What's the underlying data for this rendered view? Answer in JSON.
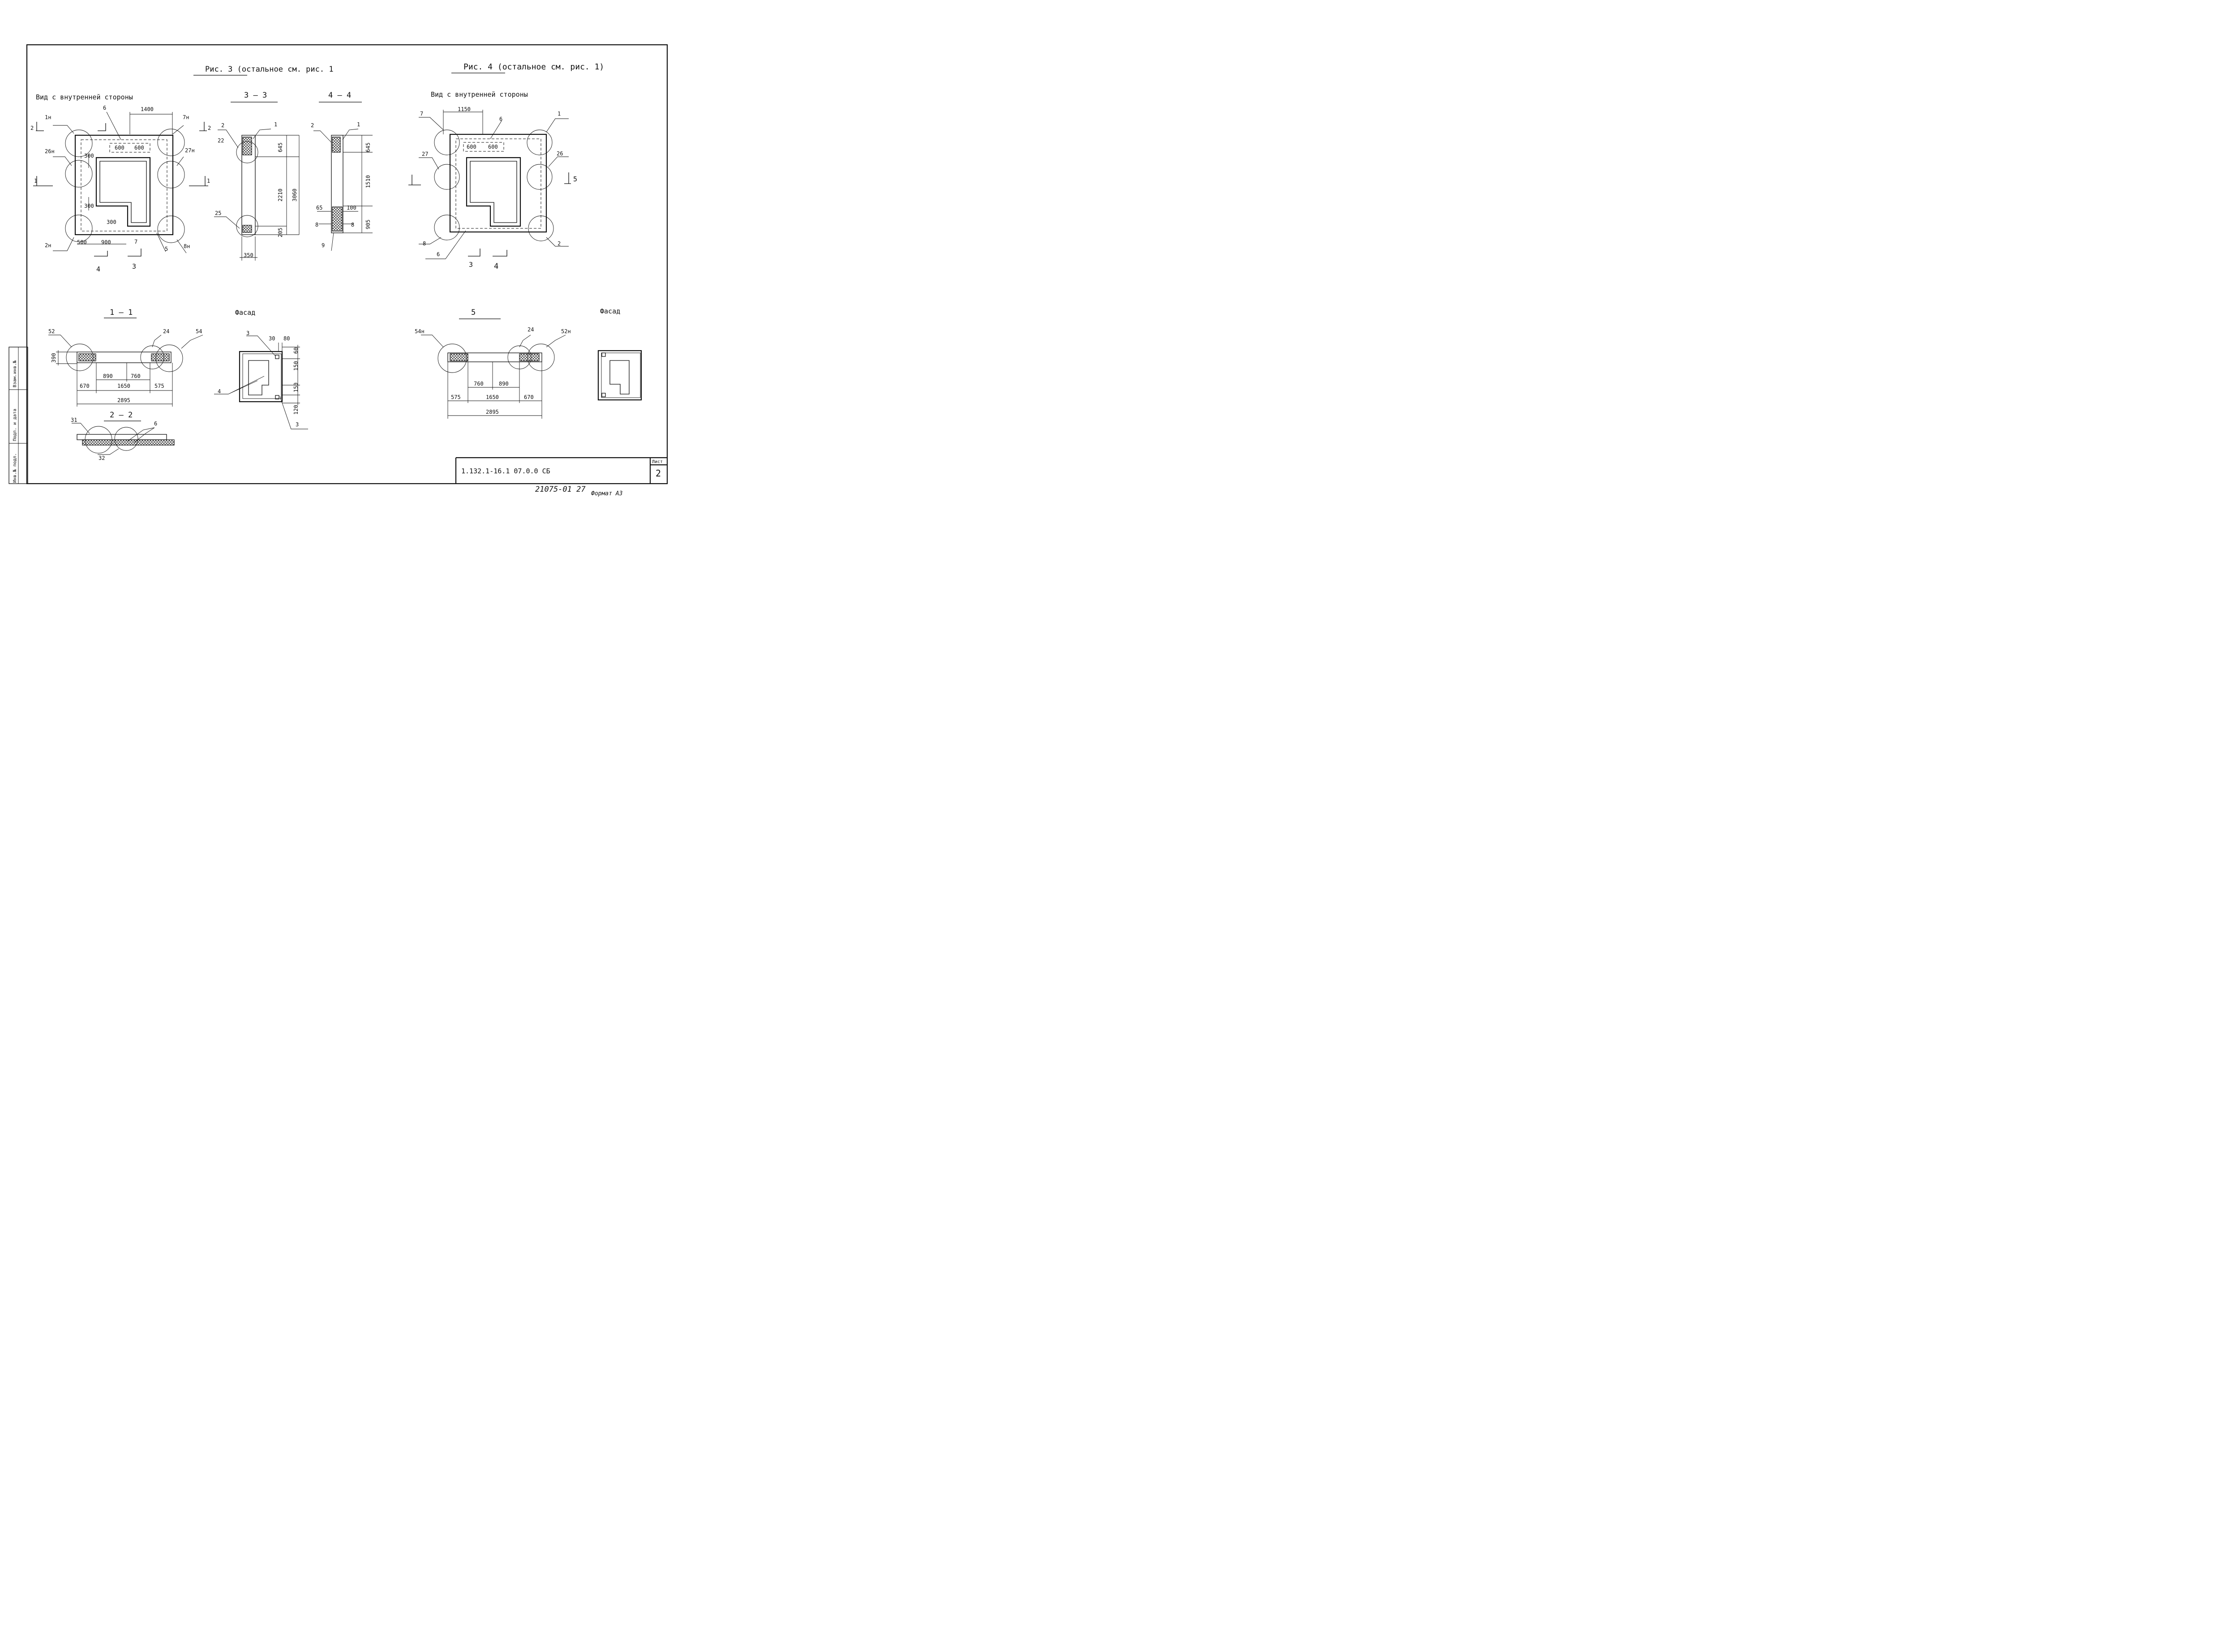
{
  "headers": {
    "fig3": "Рис. 3  (остальное  см.  рис. 1",
    "fig4": "Рис. 4 (остальное  см.  рис. 1)",
    "view_inner_left": "Вид  с  внутренней   стороны",
    "view_inner_right": "Вид  с  внутренней    стороны",
    "sec_3_3": "3 — 3",
    "sec_4_4": "4 — 4",
    "sec_1_1": "1 — 1",
    "sec_2_2": "2 — 2",
    "sec_5": "5",
    "facade_left": "Фасад",
    "facade_right": "Фасад"
  },
  "fig3_view": {
    "callouts": [
      "1н",
      "26н",
      "2н",
      "7н",
      "27н",
      "8н"
    ],
    "marks": [
      "6",
      "7",
      "5",
      "2",
      "2",
      "1",
      "1",
      "4",
      "3"
    ],
    "dims": [
      "1400",
      "600",
      "600",
      "300",
      "300",
      "300",
      "500",
      "900"
    ]
  },
  "sec33": {
    "callouts": [
      "2",
      "22",
      "25",
      "1"
    ],
    "dims": [
      "645",
      "2210",
      "3060",
      "205",
      "350"
    ]
  },
  "sec44": {
    "callouts": [
      "2",
      "1",
      "8",
      "8",
      "9"
    ],
    "dims": [
      "645",
      "1510",
      "905",
      "65",
      "100"
    ]
  },
  "fig4_view": {
    "callouts": [
      "7",
      "27",
      "8",
      "1",
      "26",
      "2"
    ],
    "marks": [
      "6",
      "6",
      "5",
      "3",
      "4"
    ],
    "dims": [
      "1150",
      "600",
      "600"
    ]
  },
  "sec11": {
    "callouts": [
      "52",
      "24",
      "54"
    ],
    "dims": [
      "390",
      "890",
      "760",
      "670",
      "1650",
      "575",
      "2895"
    ]
  },
  "sec22": {
    "callouts": [
      "31",
      "6",
      "32"
    ]
  },
  "facade3": {
    "callouts": [
      "3",
      "4",
      "3"
    ],
    "dims": [
      "30",
      "80",
      "60",
      "150",
      "150",
      "120"
    ]
  },
  "sec5": {
    "callouts": [
      "54н",
      "24",
      "52н"
    ],
    "dims": [
      "760",
      "890",
      "575",
      "1650",
      "670",
      "2895"
    ]
  },
  "stamp": {
    "code": "1.132.1-16.1  07.0.0 СБ",
    "sheet_label": "Лист",
    "sheet_no": "2"
  },
  "side_stamp": [
    "Инв.№ подл.",
    "Подп. и дата",
    "Взам.инв.№"
  ],
  "footer": {
    "number": "21075-01 27",
    "format": "Формат А3"
  }
}
